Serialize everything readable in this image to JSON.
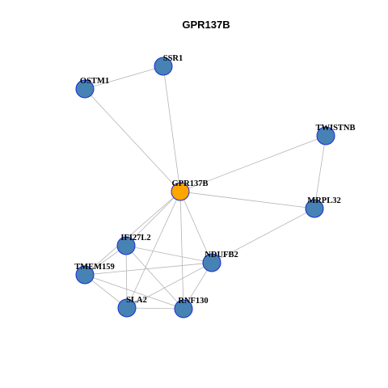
{
  "title": "GPR137B",
  "colors": {
    "hub_fill": "#FFA500",
    "node_fill": "#4682B4",
    "node_stroke": "#1A2CD6",
    "edge": "#B4B4B4"
  },
  "nodes": [
    {
      "id": "GPR137B",
      "label": "GPR137B",
      "hub": true
    },
    {
      "id": "SSR1",
      "label": "SSR1",
      "hub": false
    },
    {
      "id": "OSTM1",
      "label": "OSTM1",
      "hub": false
    },
    {
      "id": "TWISTNB",
      "label": "TWISTNB",
      "hub": false
    },
    {
      "id": "MRPL32",
      "label": "MRPL32",
      "hub": false
    },
    {
      "id": "IFI27L2",
      "label": "IFI27L2",
      "hub": false
    },
    {
      "id": "NDUFB2",
      "label": "NDUFB2",
      "hub": false
    },
    {
      "id": "TMEM159",
      "label": "TMEM159",
      "hub": false
    },
    {
      "id": "SLA2",
      "label": "SLA2",
      "hub": false
    },
    {
      "id": "RNF130",
      "label": "RNF130",
      "hub": false
    }
  ],
  "edges": [
    [
      "SSR1",
      "OSTM1"
    ],
    [
      "SSR1",
      "GPR137B"
    ],
    [
      "OSTM1",
      "GPR137B"
    ],
    [
      "TWISTNB",
      "GPR137B"
    ],
    [
      "TWISTNB",
      "MRPL32"
    ],
    [
      "GPR137B",
      "MRPL32"
    ],
    [
      "GPR137B",
      "IFI27L2"
    ],
    [
      "GPR137B",
      "TMEM159"
    ],
    [
      "GPR137B",
      "NDUFB2"
    ],
    [
      "GPR137B",
      "SLA2"
    ],
    [
      "GPR137B",
      "RNF130"
    ],
    [
      "MRPL32",
      "NDUFB2"
    ],
    [
      "IFI27L2",
      "NDUFB2"
    ],
    [
      "IFI27L2",
      "TMEM159"
    ],
    [
      "IFI27L2",
      "SLA2"
    ],
    [
      "IFI27L2",
      "RNF130"
    ],
    [
      "TMEM159",
      "NDUFB2"
    ],
    [
      "TMEM159",
      "SLA2"
    ],
    [
      "TMEM159",
      "RNF130"
    ],
    [
      "NDUFB2",
      "SLA2"
    ],
    [
      "NDUFB2",
      "RNF130"
    ],
    [
      "SLA2",
      "RNF130"
    ]
  ]
}
